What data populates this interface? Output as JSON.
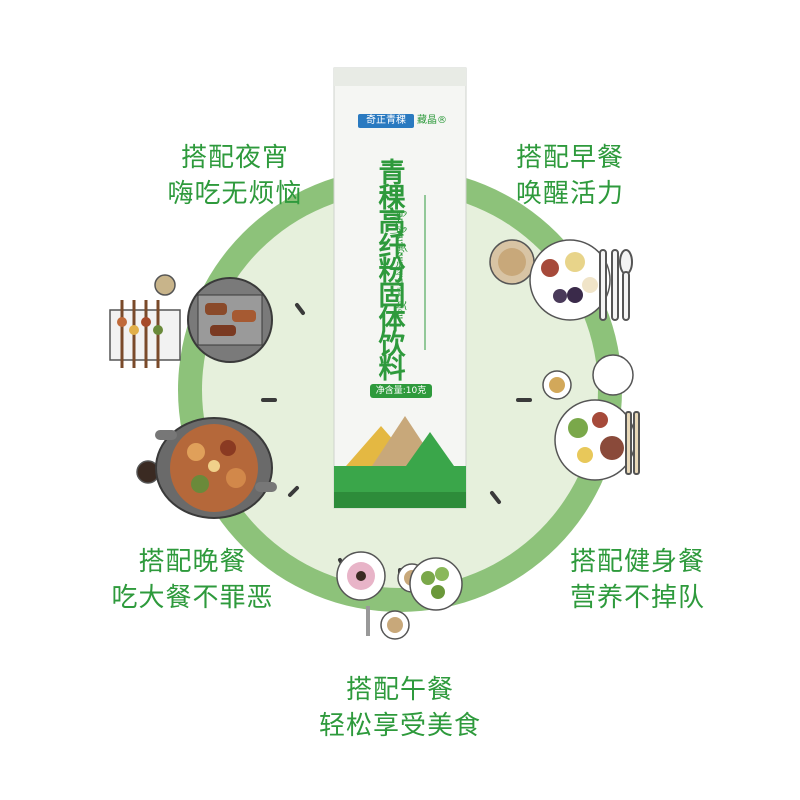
{
  "brand": {
    "logo_text": "奇正青稞",
    "sub_logo_text": "藏晶®"
  },
  "product": {
    "name_chars": [
      "青",
      "稞",
      "高",
      "纤",
      "粉",
      "固",
      "体",
      "饮",
      "料"
    ],
    "tibetan_text": "ཞིང་ཞིམ་ཚོས་ཟས་དཀར་ཡོལ།",
    "net_content": "净含量:10克"
  },
  "captions": {
    "night": [
      "搭配夜宵",
      "嗨吃无烦恼"
    ],
    "breakfast": [
      "搭配早餐",
      "唤醒活力"
    ],
    "dinner": [
      "搭配晚餐",
      "吃大餐不罪恶"
    ],
    "fitness": [
      "搭配健身餐",
      "营养不掉队"
    ],
    "lunch": [
      "搭配午餐",
      "轻松享受美食"
    ]
  },
  "colors": {
    "caption_green": "#2e9a3c",
    "clock_ring": "#8dc27a",
    "clock_face": "#e6f0dc",
    "packet_green": "#3aa64a",
    "mountain_gold": "#e4b842",
    "mountain_tan": "#c8a87a"
  },
  "icons": [
    "bbq-grill-icon",
    "hotpot-icon",
    "breakfast-plate-icon",
    "salad-plate-icon",
    "dessert-plate-icon",
    "fork-knife-icon",
    "chopsticks-icon",
    "coffee-cup-icon"
  ]
}
